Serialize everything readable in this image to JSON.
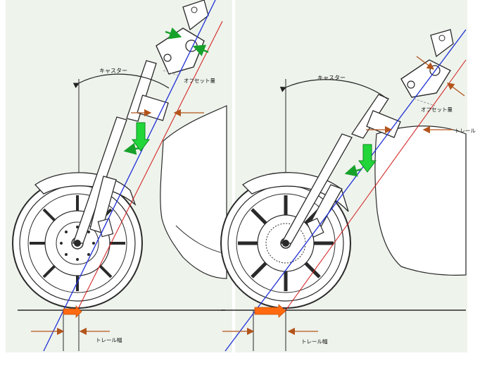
{
  "labels": {
    "left_caster": "キャスター",
    "left_offset": "オフセット量",
    "left_trail_width": "トレール幅",
    "right_caster": "キャスター",
    "right_offset": "オフセット量",
    "right_trail": "トレール",
    "right_trail_width": "トレール幅"
  },
  "colors": {
    "panel_bg": "#eef3ec",
    "steering_axis": "#1f2fd6",
    "offset_line": "#d01818",
    "arrow_green": "#17a12a",
    "arrow_orange": "#ff6a10",
    "dim_arrow": "#b3541b",
    "ink": "#2a2a2a"
  }
}
